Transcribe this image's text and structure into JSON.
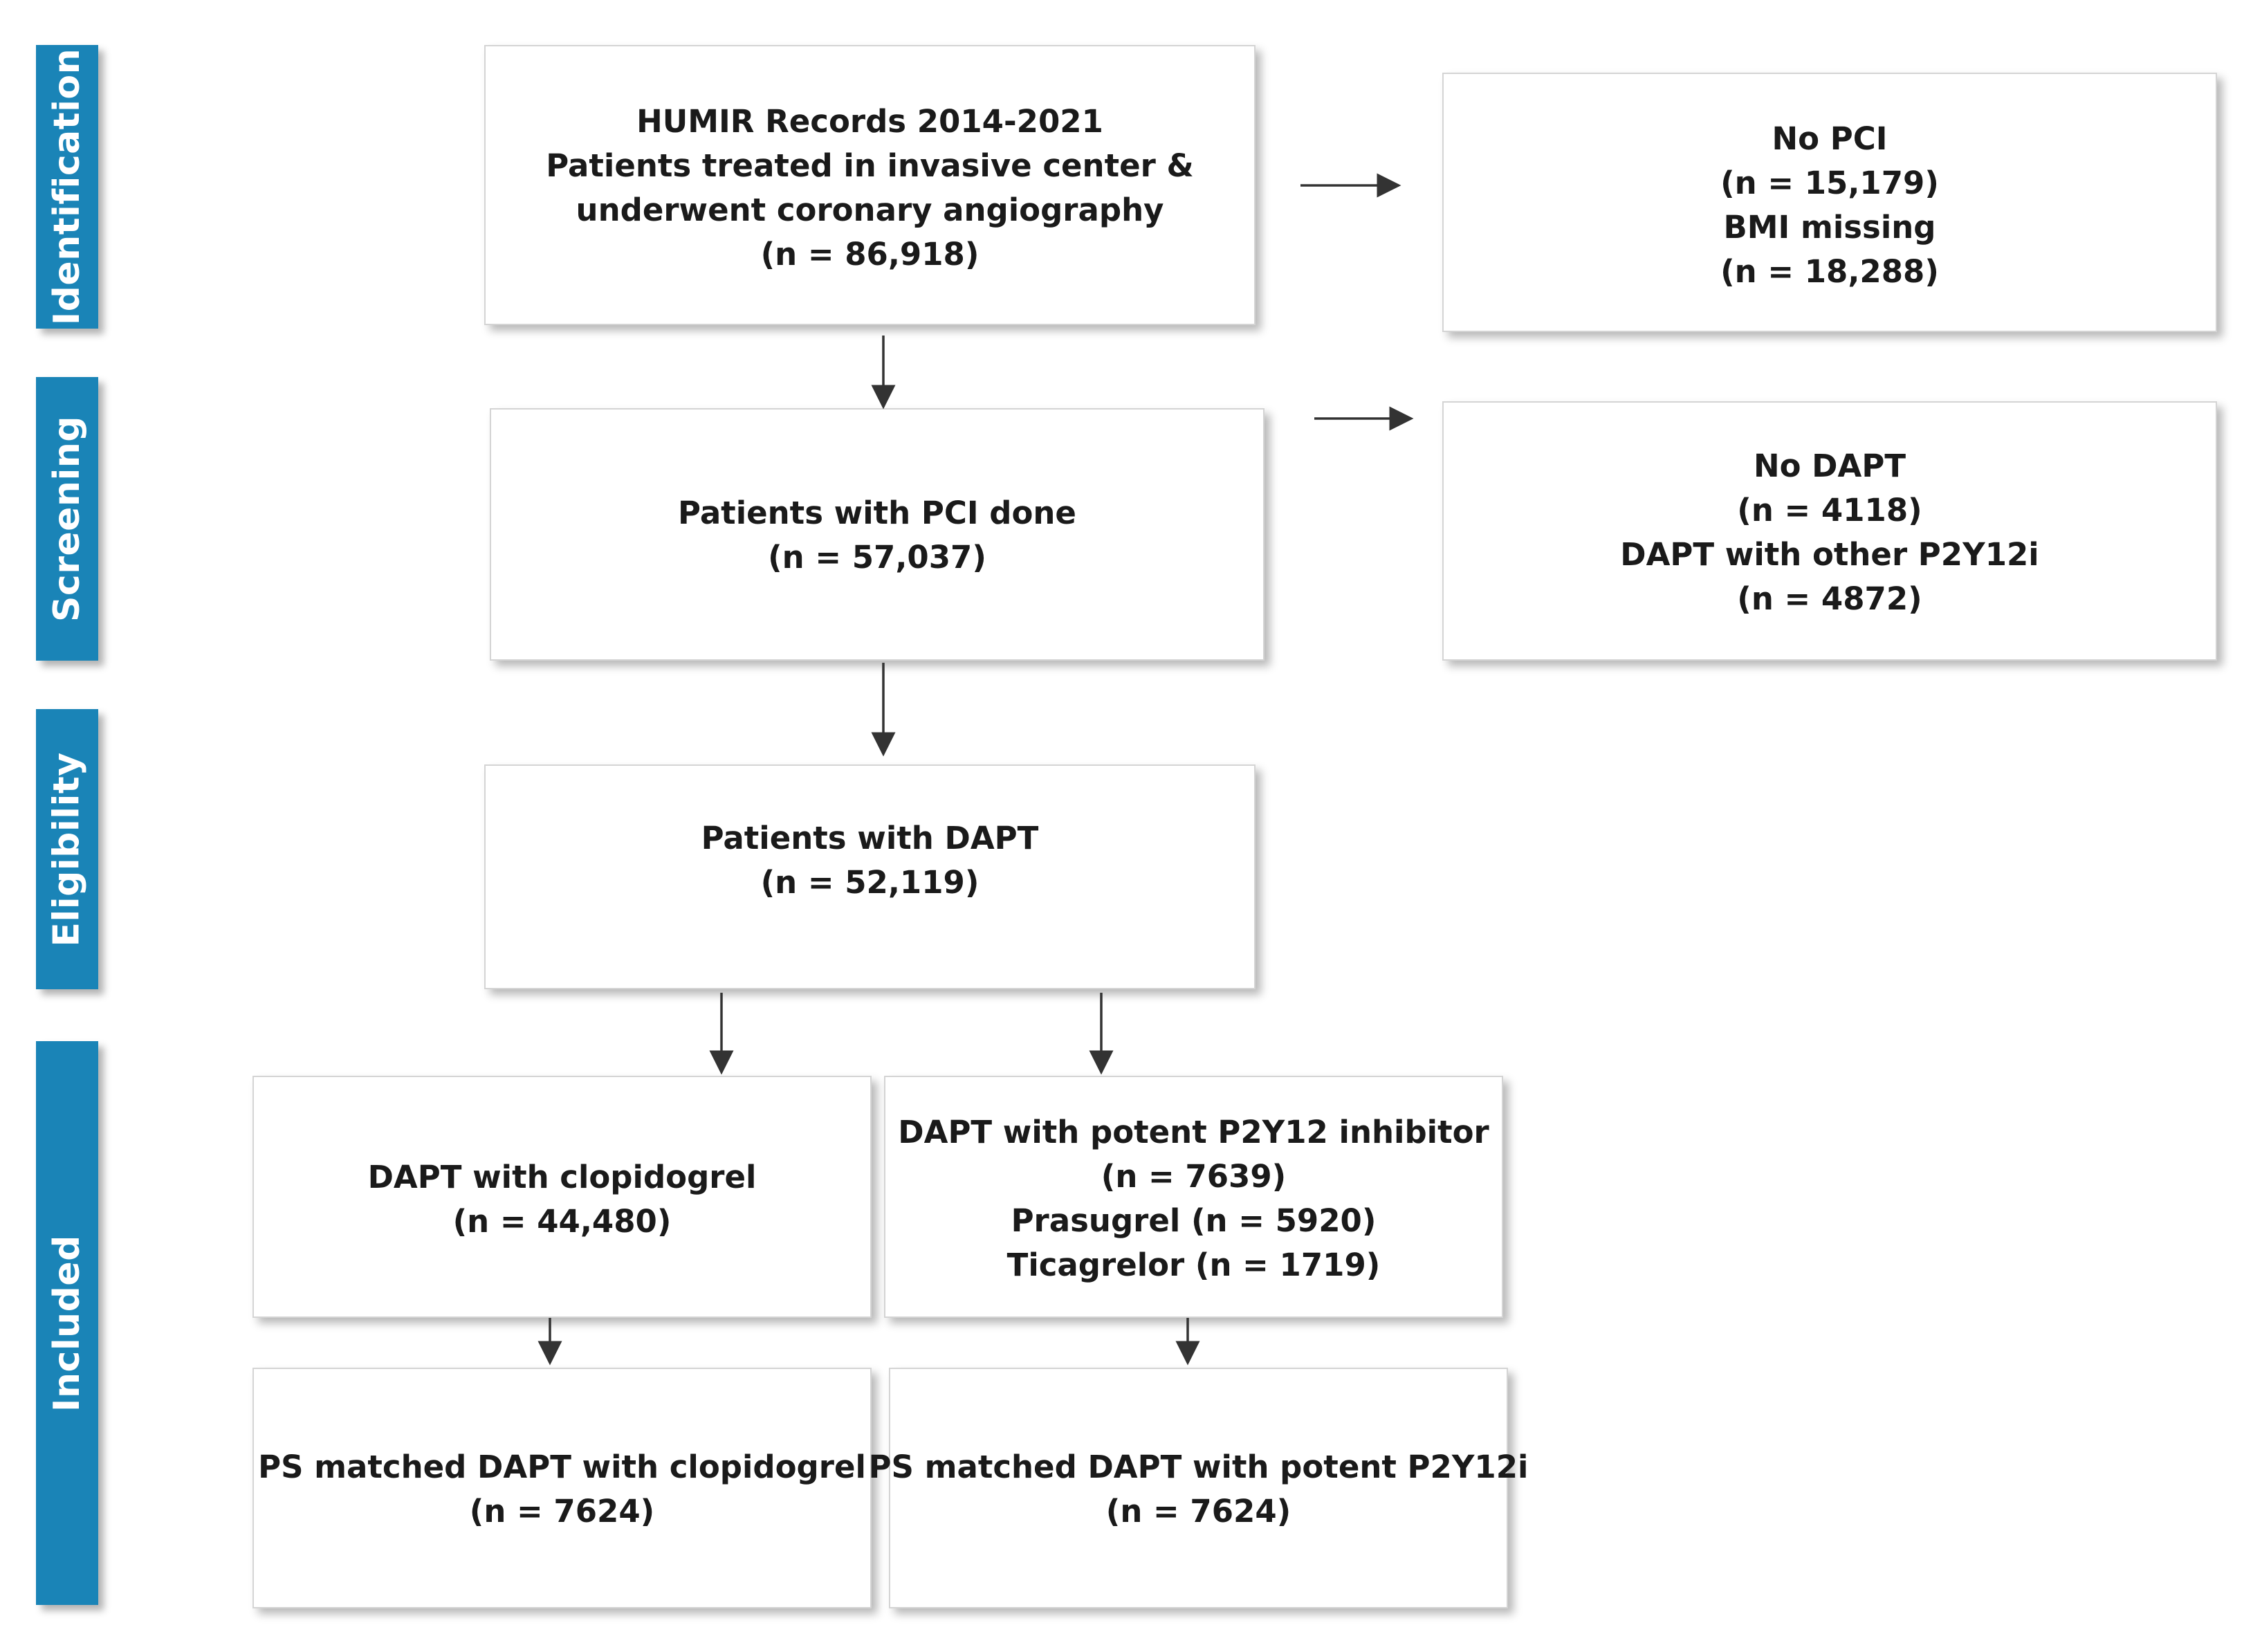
{
  "stages": [
    {
      "id": "identification",
      "label": "Identification"
    },
    {
      "id": "screening",
      "label": "Screening"
    },
    {
      "id": "eligibility",
      "label": "Eligibility"
    },
    {
      "id": "included",
      "label": "Included"
    }
  ],
  "boxes": {
    "humir_records": {
      "lines": [
        "HUMIR Records 2014-2021",
        "Patients treated in invasive center &",
        "underwent coronary angiography",
        "(n = 86,918)"
      ]
    },
    "excluded_identification": {
      "lines": [
        "No PCI",
        "(n = 15,179)",
        "BMI missing",
        "(n = 18,288)"
      ]
    },
    "pci_done": {
      "lines": [
        "Patients with PCI done",
        "(n = 57,037)"
      ]
    },
    "excluded_screening": {
      "lines": [
        "No DAPT",
        "(n = 4118)",
        "DAPT with other P2Y12i",
        "(n = 4872)"
      ]
    },
    "dapt": {
      "lines": [
        "Patients with DAPT",
        "(n = 52,119)"
      ]
    },
    "dapt_clopidogrel": {
      "lines": [
        "DAPT with clopidogrel",
        "(n = 44,480)"
      ]
    },
    "dapt_potent": {
      "lines": [
        "DAPT with potent P2Y12 inhibitor",
        "(n = 7639)",
        "Prasugrel (n = 5920)",
        "Ticagrelor (n = 1719)"
      ]
    },
    "ps_clopidogrel": {
      "lines": [
        "PS matched DAPT with clopidogrel",
        "(n = 7624)"
      ]
    },
    "ps_potent": {
      "lines": [
        "PS matched DAPT with potent P2Y12i",
        "(n = 7624)"
      ]
    }
  },
  "colors": {
    "stage_bar": "#1a84b7",
    "arrow": "#333333",
    "box_border": "#d4d4d4"
  }
}
